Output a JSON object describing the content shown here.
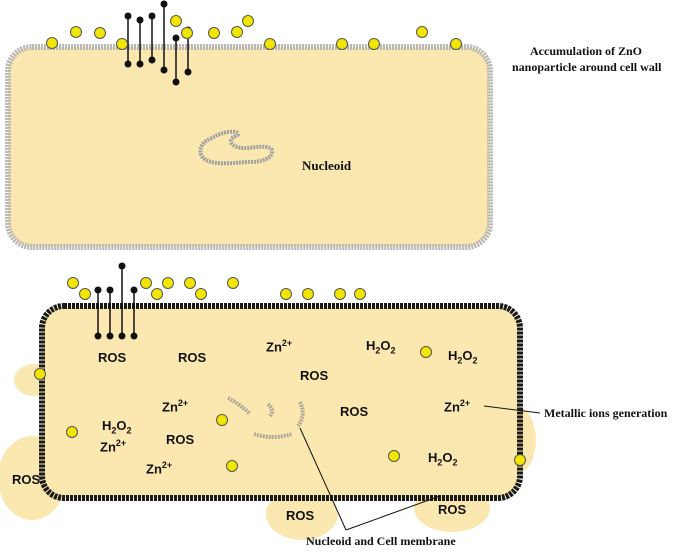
{
  "diagram": {
    "top_cell": {
      "nucleoid_label": "Nucleoid",
      "annotation_line1": "Accumulation  of ZnO",
      "annotation_line2": "nanoparticle around cell wall"
    },
    "bottom_cell": {
      "metallic_label": "Metallic ions generation",
      "nucleoid_membrane_label": "Nucleoid and Cell membrane",
      "species": {
        "ros": "ROS",
        "zn": "Zn",
        "zn_charge": "2+",
        "h2o2_h": "H",
        "h2o2_sub": "2",
        "h2o2_o": "O",
        "h2o2_sub2": "2"
      }
    },
    "colors": {
      "cell_fill": "#fbe8b0",
      "top_wall": "#b8b8b8",
      "bottom_wall": "#1a1a1a",
      "nanoparticle": "#f2e600",
      "nanoparticle_stroke": "#555555"
    }
  }
}
